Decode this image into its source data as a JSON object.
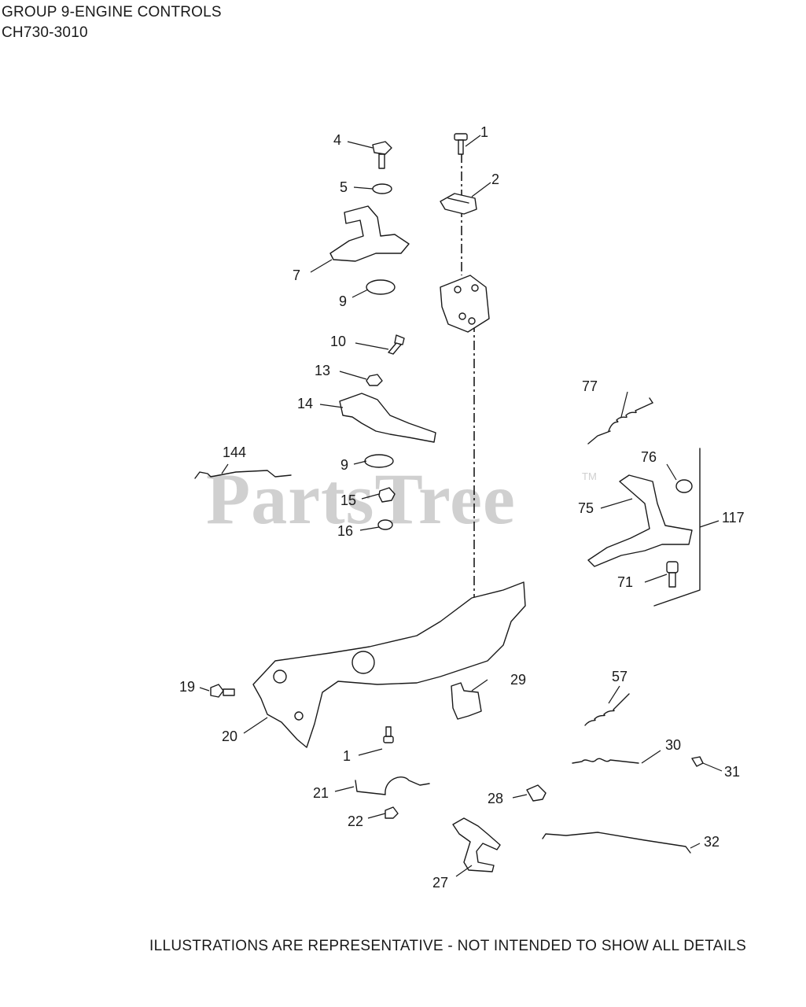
{
  "header": {
    "group_title": "GROUP 9-ENGINE CONTROLS",
    "model": "CH730-3010"
  },
  "watermark": {
    "brand": "PartsTree",
    "trademark": "TM"
  },
  "callouts": [
    {
      "id": "c1a",
      "label": "1"
    },
    {
      "id": "c2",
      "label": "2"
    },
    {
      "id": "c4",
      "label": "4"
    },
    {
      "id": "c5",
      "label": "5"
    },
    {
      "id": "c7",
      "label": "7"
    },
    {
      "id": "c9a",
      "label": "9"
    },
    {
      "id": "c10",
      "label": "10"
    },
    {
      "id": "c13",
      "label": "13"
    },
    {
      "id": "c14",
      "label": "14"
    },
    {
      "id": "c144",
      "label": "144"
    },
    {
      "id": "c9b",
      "label": "9"
    },
    {
      "id": "c15",
      "label": "15"
    },
    {
      "id": "c16",
      "label": "16"
    },
    {
      "id": "c77",
      "label": "77"
    },
    {
      "id": "c76",
      "label": "76"
    },
    {
      "id": "c75",
      "label": "75"
    },
    {
      "id": "c117",
      "label": "117"
    },
    {
      "id": "c71",
      "label": "71"
    },
    {
      "id": "c19",
      "label": "19"
    },
    {
      "id": "c20",
      "label": "20"
    },
    {
      "id": "c29",
      "label": "29"
    },
    {
      "id": "c57",
      "label": "57"
    },
    {
      "id": "c1b",
      "label": "1"
    },
    {
      "id": "c30",
      "label": "30"
    },
    {
      "id": "c31",
      "label": "31"
    },
    {
      "id": "c21",
      "label": "21"
    },
    {
      "id": "c28",
      "label": "28"
    },
    {
      "id": "c22",
      "label": "22"
    },
    {
      "id": "c32",
      "label": "32"
    },
    {
      "id": "c27",
      "label": "27"
    }
  ],
  "footer": {
    "note": "ILLUSTRATIONS ARE REPRESENTATIVE - NOT INTENDED TO SHOW ALL DETAILS"
  }
}
